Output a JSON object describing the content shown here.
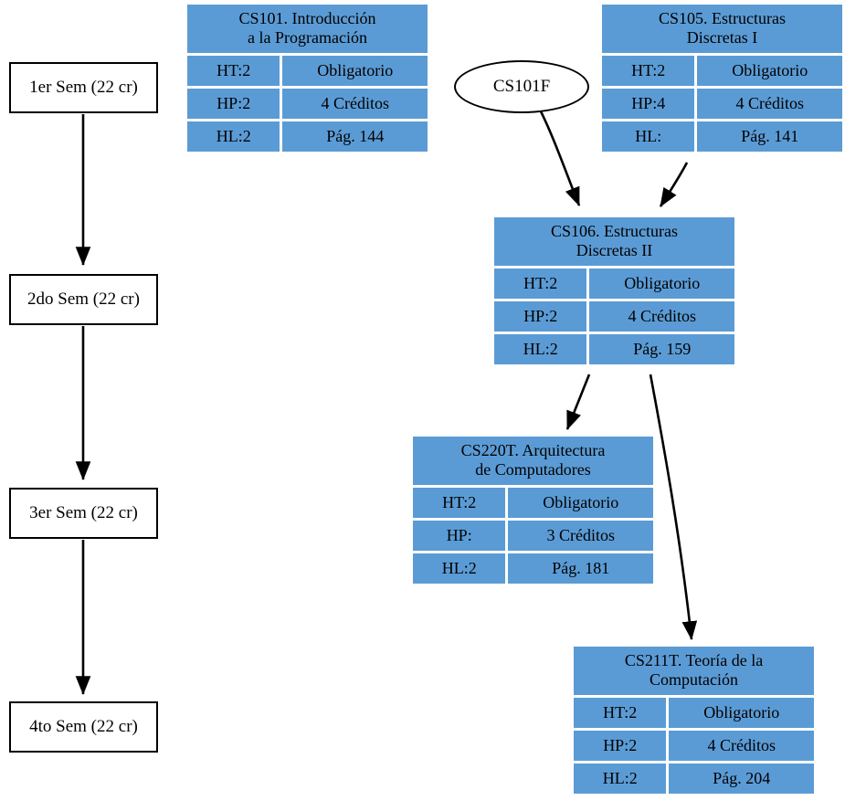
{
  "diagram": {
    "kind": "curriculum-prerequisite-flowchart",
    "language": "es",
    "colors": {
      "course_fill": "#5b9bd5",
      "node_stroke": "#000000",
      "page_background": "#ffffff",
      "edge_color": "#000000"
    }
  },
  "semesters": [
    {
      "id": "sem1",
      "label": "1er Sem (22 cr)"
    },
    {
      "id": "sem2",
      "label": "2do Sem (22 cr)"
    },
    {
      "id": "sem3",
      "label": "3er Sem (22 cr)"
    },
    {
      "id": "sem4",
      "label": "4to Sem (22 cr)"
    }
  ],
  "prereq_node": {
    "id": "cs101f",
    "label": "CS101F"
  },
  "courses": [
    {
      "id": "cs101",
      "title_line1": "CS101. Introducción",
      "title_line2": "a la Programación",
      "rows": [
        {
          "left": "HT:2",
          "right": "Obligatorio"
        },
        {
          "left": "HP:2",
          "right": "4 Créditos"
        },
        {
          "left": "HL:2",
          "right": "Pág. 144"
        }
      ]
    },
    {
      "id": "cs105",
      "title_line1": "CS105. Estructuras",
      "title_line2": "Discretas I",
      "rows": [
        {
          "left": "HT:2",
          "right": "Obligatorio"
        },
        {
          "left": "HP:4",
          "right": "4 Créditos"
        },
        {
          "left": "HL:",
          "right": "Pág. 141"
        }
      ]
    },
    {
      "id": "cs106",
      "title_line1": "CS106. Estructuras",
      "title_line2": "Discretas II",
      "rows": [
        {
          "left": "HT:2",
          "right": "Obligatorio"
        },
        {
          "left": "HP:2",
          "right": "4 Créditos"
        },
        {
          "left": "HL:2",
          "right": "Pág. 159"
        }
      ]
    },
    {
      "id": "cs220t",
      "title_line1": "CS220T. Arquitectura",
      "title_line2": "de Computadores",
      "rows": [
        {
          "left": "HT:2",
          "right": "Obligatorio"
        },
        {
          "left": "HP:",
          "right": "3 Créditos"
        },
        {
          "left": "HL:2",
          "right": "Pág. 181"
        }
      ]
    },
    {
      "id": "cs211t",
      "title_line1": "CS211T. Teoría de la",
      "title_line2": "Computación",
      "rows": [
        {
          "left": "HT:2",
          "right": "Obligatorio"
        },
        {
          "left": "HP:2",
          "right": "4 Créditos"
        },
        {
          "left": "HL:2",
          "right": "Pág. 204"
        }
      ]
    }
  ],
  "edges": [
    {
      "id": "e-sem1-sem2",
      "from": "sem1",
      "to": "sem2"
    },
    {
      "id": "e-sem2-sem3",
      "from": "sem2",
      "to": "sem3"
    },
    {
      "id": "e-sem3-sem4",
      "from": "sem3",
      "to": "sem4"
    },
    {
      "id": "e-cs101f-cs106",
      "from": "cs101f",
      "to": "cs106"
    },
    {
      "id": "e-cs105-cs106",
      "from": "cs105",
      "to": "cs106"
    },
    {
      "id": "e-cs106-cs220t",
      "from": "cs106",
      "to": "cs220t"
    },
    {
      "id": "e-cs106-cs211t",
      "from": "cs106",
      "to": "cs211t"
    }
  ]
}
